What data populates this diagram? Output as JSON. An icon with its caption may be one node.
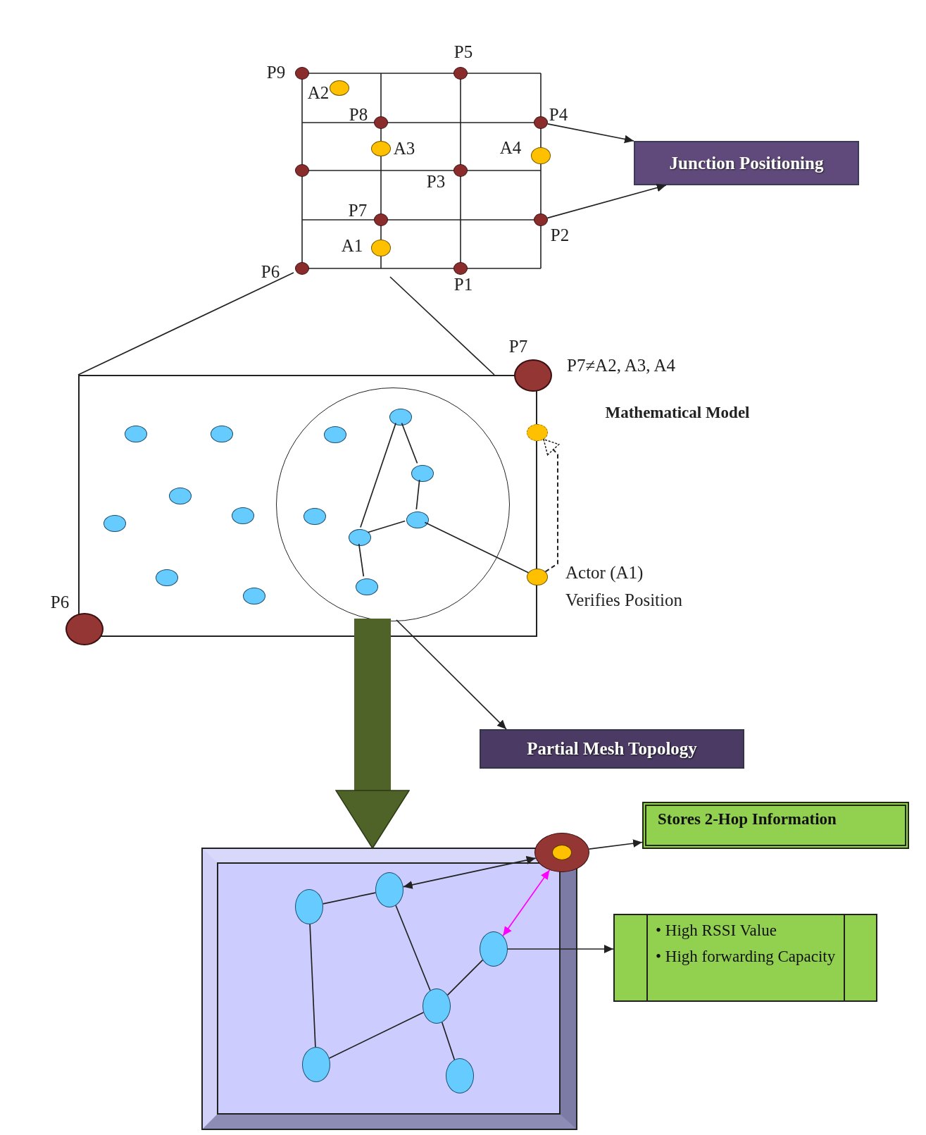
{
  "diagram": {
    "nodes": [
      {
        "text": [],
        "shape": "grid"
      },
      {
        "text": [],
        "shape": "circle",
        "in": 0,
        "beside": [
          "P9"
        ]
      },
      {
        "text": [],
        "shape": "circle",
        "in": 0,
        "beside": [
          "P5"
        ]
      },
      {
        "text": [],
        "shape": "circle",
        "in": 0,
        "beside": [
          "A2"
        ]
      },
      {
        "text": [],
        "shape": "circle",
        "in": 0,
        "beside": [
          "P8"
        ]
      },
      {
        "text": [],
        "shape": "circle",
        "in": 0,
        "beside": [
          "P4"
        ]
      },
      {
        "text": [],
        "shape": "circle",
        "in": 0,
        "beside": [
          "A3"
        ]
      },
      {
        "text": [],
        "shape": "circle",
        "in": 0,
        "beside": [
          "A4"
        ]
      },
      {
        "text": [],
        "shape": "circle",
        "in": 0
      },
      {
        "text": [],
        "shape": "circle",
        "in": 0,
        "beside": [
          "P3"
        ]
      },
      {
        "text": [],
        "shape": "circle",
        "in": 0,
        "beside": [
          "P7"
        ]
      },
      {
        "text": [],
        "shape": "circle",
        "in": 0,
        "beside": [
          "P2"
        ]
      },
      {
        "text": [],
        "shape": "circle",
        "in": 0,
        "beside": [
          "A1"
        ]
      },
      {
        "text": [],
        "shape": "circle",
        "in": 0,
        "beside": [
          "P6"
        ]
      },
      {
        "text": [],
        "shape": "circle",
        "in": 0,
        "beside": [
          "P1"
        ]
      },
      {
        "text": [
          "Junction Positioning"
        ]
      },
      {
        "text": [],
        "shape": "box"
      },
      {
        "text": [],
        "shape": "circle",
        "beside": [
          "P7",
          "P7≠A2, A3, A4"
        ]
      },
      {
        "text": [],
        "shape": "circle"
      },
      {
        "text": [],
        "shape": "circle",
        "in": 16
      },
      {
        "text": [],
        "shape": "circle",
        "in": 19
      },
      {
        "text": [],
        "shape": "circle",
        "in": 16
      },
      {
        "text": [],
        "shape": "circle",
        "in": 16
      },
      {
        "text": [],
        "shape": "circle",
        "in": 19
      },
      {
        "text": [],
        "shape": "circle",
        "in": 19
      },
      {
        "text": [],
        "shape": "circle",
        "in": 16
      },
      {
        "text": [],
        "shape": "circle",
        "in": 16
      },
      {
        "text": [],
        "shape": "circle",
        "in": 19
      },
      {
        "text": [],
        "shape": "circle",
        "in": 19
      },
      {
        "text": [],
        "shape": "circle",
        "in": 16
      },
      {
        "text": [],
        "shape": "circle",
        "in": 19
      },
      {
        "text": [],
        "shape": "circle",
        "in": 16
      },
      {
        "text": [],
        "shape": "circle",
        "in": 19
      },
      {
        "text": [],
        "shape": "circle",
        "in": 16
      },
      {
        "text": [],
        "shape": "circle",
        "beside": [
          "Actor (A1) Verifies Position"
        ]
      },
      {
        "text": [],
        "shape": "circle",
        "beside": [
          "P6"
        ]
      },
      {
        "text": [
          "Partial Mesh Topology"
        ]
      },
      {
        "text": [],
        "shape": "box"
      },
      {
        "text": [],
        "shape": "circle"
      },
      {
        "text": [
          "Stores 2-Hop Information"
        ]
      },
      {
        "text": [],
        "shape": "circle",
        "in": 37
      },
      {
        "text": [],
        "shape": "circle",
        "in": 37
      },
      {
        "text": [
          "• High RSSI Value",
          "• High forwarding Capacity"
        ]
      },
      {
        "text": [],
        "shape": "circle",
        "in": 37
      },
      {
        "text": [],
        "shape": "circle",
        "in": 37
      },
      {
        "text": [],
        "shape": "circle",
        "in": 37
      },
      {
        "text": [],
        "shape": "circle",
        "in": 37
      }
    ],
    "edges": [
      {
        "from": 5,
        "to": 15,
        "arrow": "to"
      },
      {
        "from": 11,
        "to": 15,
        "arrow": "to"
      },
      {
        "from": 0,
        "to": 16,
        "arrow": "none"
      },
      {
        "from": 0,
        "to": 16,
        "arrow": "none"
      },
      {
        "from": 19,
        "to": 36,
        "arrow": "to"
      },
      {
        "from": 19,
        "to": 37,
        "arrow": "to",
        "style": "thick",
        "color": "#4f6228"
      },
      {
        "from": 34,
        "to": 18,
        "arrow": "to",
        "style": "dashed"
      },
      {
        "from": 20,
        "to": 30,
        "arrow": "none"
      },
      {
        "from": 20,
        "to": 24,
        "arrow": "none"
      },
      {
        "from": 24,
        "to": 28,
        "arrow": "none"
      },
      {
        "from": 28,
        "to": 30,
        "arrow": "none"
      },
      {
        "from": 30,
        "to": 32,
        "arrow": "none"
      },
      {
        "from": 28,
        "to": 34,
        "arrow": "none"
      },
      {
        "from": 38,
        "to": 40,
        "arrow": "both"
      },
      {
        "from": 38,
        "to": 43,
        "arrow": "both",
        "color": "#ff00ff"
      },
      {
        "from": 38,
        "to": 39,
        "arrow": "to"
      },
      {
        "from": 43,
        "to": 42,
        "arrow": "to"
      },
      {
        "from": 41,
        "to": 40,
        "arrow": "none"
      },
      {
        "from": 41,
        "to": 45,
        "arrow": "none"
      },
      {
        "from": 40,
        "to": 44,
        "arrow": "none"
      },
      {
        "from": 44,
        "to": 43,
        "arrow": "none"
      },
      {
        "from": 44,
        "to": 45,
        "arrow": "none"
      },
      {
        "from": 44,
        "to": 46,
        "arrow": "none"
      }
    ],
    "labels": [
      "Mathematical Model"
    ]
  }
}
